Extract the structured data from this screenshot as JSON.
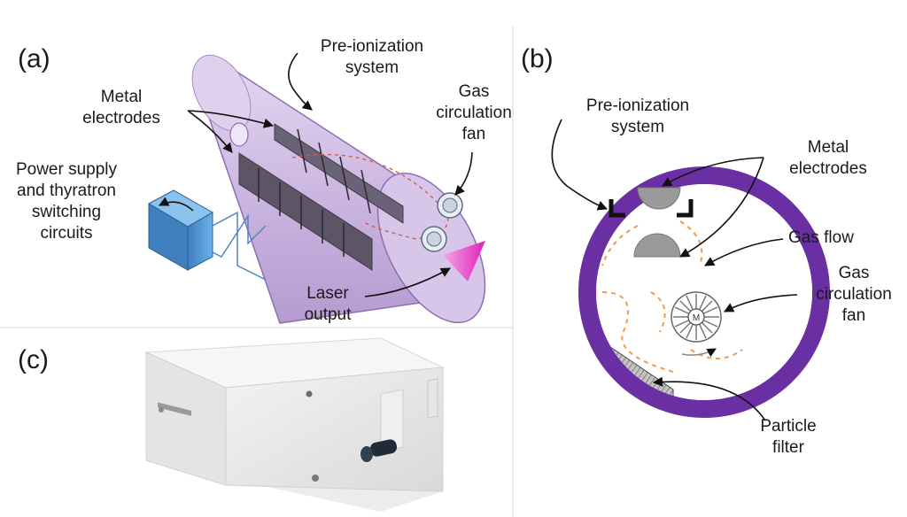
{
  "panel_a": {
    "tag": "(a)",
    "labels": {
      "preionization": [
        "Pre-ionization",
        "system"
      ],
      "metal_electrodes": [
        "Metal",
        "electrodes"
      ],
      "gas_circulation_fan": [
        "Gas",
        "circulation",
        "fan"
      ],
      "power_supply": [
        "Power supply",
        "and thyratron",
        "switching",
        "circuits"
      ],
      "laser_output": [
        "Laser",
        "output"
      ]
    }
  },
  "panel_b": {
    "tag": "(b)",
    "labels": {
      "preionization": [
        "Pre-ionization",
        "system"
      ],
      "metal_electrodes": [
        "Metal",
        "electrodes"
      ],
      "gas_flow": "Gas flow",
      "gas_circulation_fan": [
        "Gas",
        "circulation",
        "fan"
      ],
      "particle_filter": [
        "Particle",
        "filter"
      ],
      "fan_motor": "M"
    }
  },
  "panel_c": {
    "tag": "(c)"
  },
  "colors": {
    "tube_body": "#c9b3df",
    "tube_edge": "#8d6fb1",
    "ring": "#6a2fa3",
    "electrode": "#5b5566",
    "supply_box": "#4f97d6",
    "laser_beam": "#e63ec4",
    "gas_flow": "#ef9a50",
    "filter": "#9a9a9a"
  }
}
